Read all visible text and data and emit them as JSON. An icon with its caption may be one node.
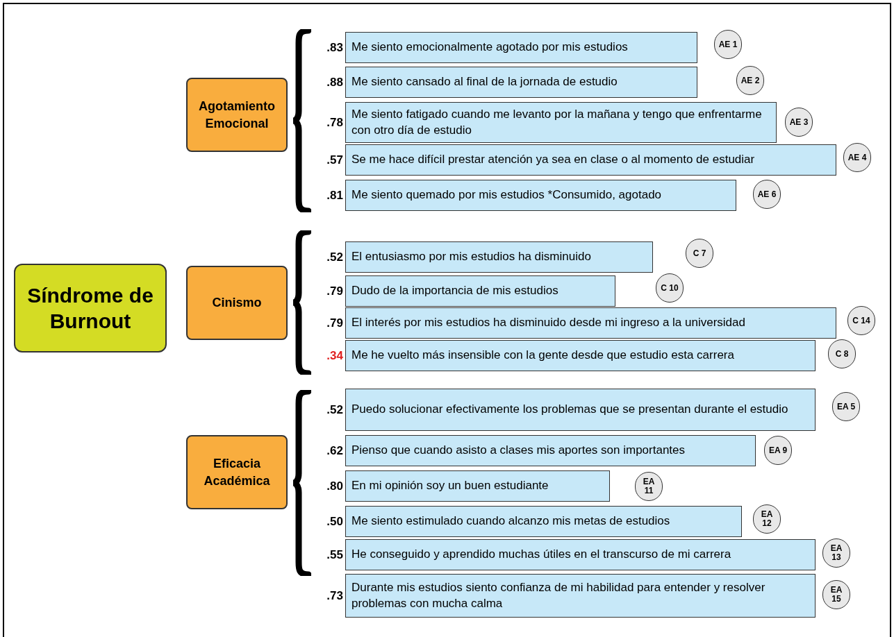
{
  "diagram": {
    "nodes": [
      {
        "text": [
          "Síndrome de Burnout"
        ]
      },
      {
        "text": [
          "Agotamiento Emocional"
        ]
      },
      {
        "text": [
          "Cinismo"
        ]
      },
      {
        "text": [
          "Eficacia Académica"
        ]
      },
      {
        "text": [
          "Me siento emocionalmente agotado por mis estudios"
        ],
        "beside": [
          ".83"
        ]
      },
      {
        "text": [
          "AE 1"
        ]
      },
      {
        "text": [
          "Me siento cansado al final de la jornada de estudio"
        ],
        "beside": [
          ".88"
        ]
      },
      {
        "text": [
          "AE 2"
        ]
      },
      {
        "text": [
          "Me siento fatigado cuando me levanto por la mañana y tengo que enfrentarme con otro día de estudio"
        ],
        "beside": [
          ".78"
        ]
      },
      {
        "text": [
          "AE 3"
        ]
      },
      {
        "text": [
          "Se me hace difícil prestar atención ya sea en clase o al momento de estudiar"
        ],
        "beside": [
          ".57"
        ]
      },
      {
        "text": [
          "AE 4"
        ]
      },
      {
        "text": [
          "Me siento quemado por mis estudios *Consumido, agotado"
        ],
        "beside": [
          ".81"
        ]
      },
      {
        "text": [
          "AE 6"
        ]
      },
      {
        "text": [
          "El entusiasmo por mis estudios ha disminuido"
        ],
        "beside": [
          ".52"
        ]
      },
      {
        "text": [
          "C 7"
        ]
      },
      {
        "text": [
          "Dudo de la importancia de mis estudios"
        ],
        "beside": [
          ".79"
        ]
      },
      {
        "text": [
          "C 10"
        ]
      },
      {
        "text": [
          "El interés por mis estudios ha disminuido desde mi ingreso a la universidad"
        ],
        "beside": [
          ".79"
        ]
      },
      {
        "text": [
          "C 14"
        ]
      },
      {
        "text": [
          "Me he vuelto más insensible con la gente desde que estudio esta carrera"
        ],
        "beside": [
          ".34"
        ]
      },
      {
        "text": [
          "C 8"
        ]
      },
      {
        "text": [
          "Puedo solucionar efectivamente los problemas que se presentan durante el estudio"
        ],
        "beside": [
          ".52"
        ]
      },
      {
        "text": [
          "EA 5"
        ]
      },
      {
        "text": [
          "Pienso que cuando asisto a clases mis aportes son importantes"
        ],
        "beside": [
          ".62"
        ]
      },
      {
        "text": [
          "EA 9"
        ]
      },
      {
        "text": [
          "En mi opinión soy un buen estudiante"
        ],
        "beside": [
          ".80"
        ]
      },
      {
        "text": [
          "EA 11"
        ]
      },
      {
        "text": [
          "Me siento estimulado cuando alcanzo mis metas de estudios"
        ],
        "beside": [
          ".50"
        ]
      },
      {
        "text": [
          "EA 12"
        ]
      },
      {
        "text": [
          "He conseguido y aprendido muchas útiles en el transcurso de mi carrera"
        ],
        "beside": [
          ".55"
        ]
      },
      {
        "text": [
          "EA 13"
        ]
      },
      {
        "text": [
          "Durante mis estudios siento confianza de mi habilidad para entender y resolver problemas con mucha calma"
        ],
        "beside": [
          ".73"
        ]
      },
      {
        "text": [
          "EA 15"
        ]
      }
    ]
  }
}
